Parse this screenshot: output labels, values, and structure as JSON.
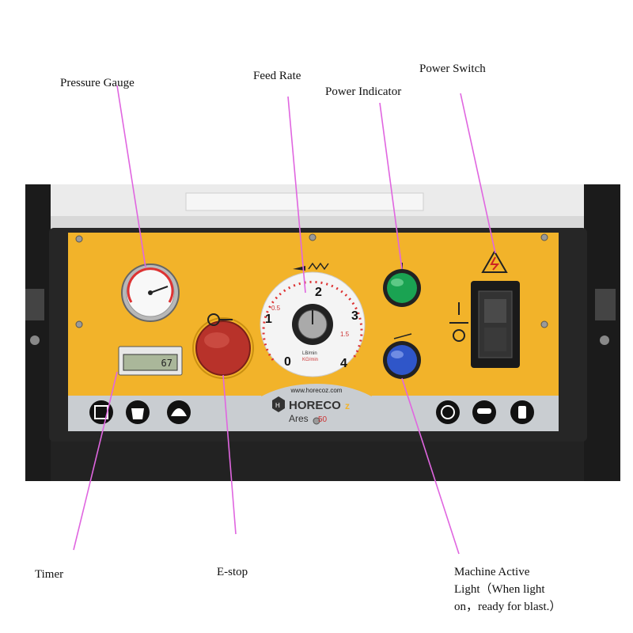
{
  "callouts": {
    "pressure_gauge": "Pressure Gauge",
    "feed_rate": "Feed Rate",
    "power_indicator": "Power Indicator",
    "power_switch": "Power Switch",
    "timer": "Timer",
    "e_stop": "E-stop",
    "machine_active_light": [
      "Machine Active",
      "Light（When light",
      "on，ready for blast.）"
    ]
  },
  "panel": {
    "website": "www.horecoz.com",
    "brand": "HORECO",
    "brand_suffix": "z",
    "model": "Ares",
    "model_number": "50",
    "timer_readout": "67",
    "dial_unit_lb": "LB/min",
    "dial_unit_kg": "KG/min",
    "dial_numbers": [
      "0",
      "1",
      "2",
      "3",
      "4"
    ],
    "dial_minor": [
      "0.5",
      "1.5"
    ]
  },
  "colors": {
    "panel_yellow": "#f2b32a",
    "panel_gray": "#c9cdd1",
    "leader_line": "#e066e0",
    "estop_red": "#b8322a",
    "power_green": "#1aa352",
    "active_blue": "#2f56c9",
    "frame_black": "#1b1b1b"
  }
}
